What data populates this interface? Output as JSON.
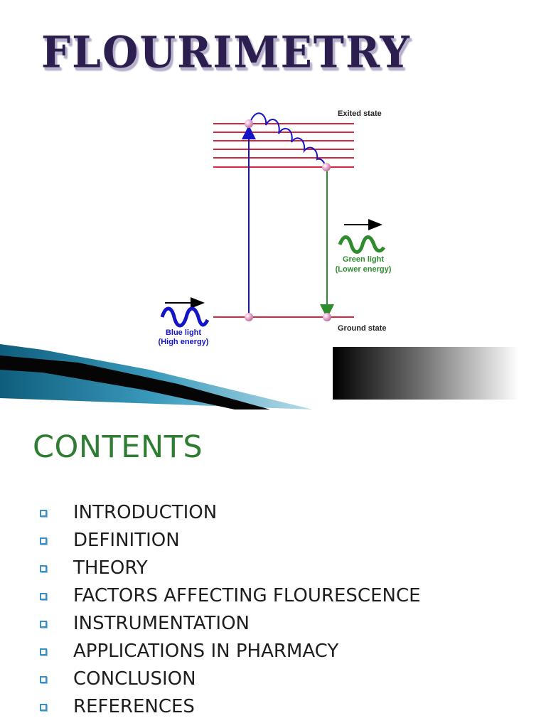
{
  "slide1": {
    "title": "FLOURIMETRY",
    "diagram": {
      "excited_state_label": "Exited state",
      "ground_state_label": "Ground state",
      "absorption": {
        "line1": "Blue light",
        "line2": "(High energy)",
        "color": "#1515c8"
      },
      "emission": {
        "line1": "Green light",
        "line2": "(Lower energy)",
        "color": "#2e8b2e"
      },
      "level_color": "#d7263d",
      "electron_color": "#e9a0c8"
    }
  },
  "slide2": {
    "title": "CONTENTS",
    "items": [
      "INTRODUCTION",
      "DEFINITION",
      "THEORY",
      "FACTORS AFFECTING FLOURESCENCE",
      "INSTRUMENTATION",
      "APPLICATIONS IN PHARMACY",
      "CONCLUSION",
      "REFERENCES"
    ]
  }
}
